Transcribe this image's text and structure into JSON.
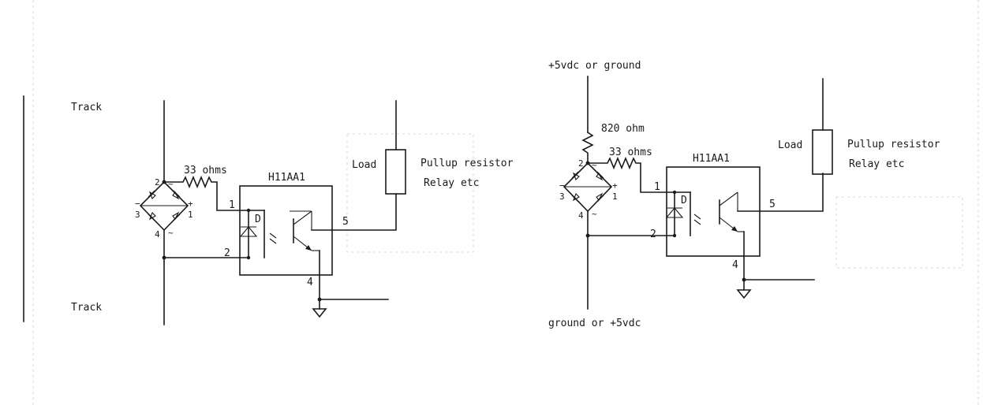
{
  "left_circuit": {
    "track_top": "Track",
    "track_bottom": "Track",
    "resistor": "33 ohms",
    "chip": "H11AA1",
    "load": "Load",
    "pullup": "Pullup resistor",
    "relay": "Relay etc",
    "pins": {
      "p1": "1",
      "p2": "2",
      "p4": "4",
      "p5": "5"
    },
    "bridge": {
      "top": "2",
      "left": "3",
      "bottom": "4",
      "right": "1",
      "plus": "+",
      "minus": "−",
      "tilde_top": "~",
      "tilde_bottom": "~"
    },
    "diode_letter": "D"
  },
  "right_circuit": {
    "supply_top": "+5vdc or ground",
    "supply_bottom": "ground or +5vdc",
    "resistor_820": "820 ohm",
    "resistor": "33 ohms",
    "chip": "H11AA1",
    "load": "Load",
    "pullup": "Pullup resistor",
    "relay": "Relay etc",
    "pins": {
      "p1": "1",
      "p2": "2",
      "p4": "4",
      "p5": "5"
    },
    "bridge": {
      "top": "2",
      "left": "3",
      "bottom": "4",
      "right": "1",
      "plus": "+",
      "minus": "−",
      "tilde_top": "~",
      "tilde_bottom": "~"
    },
    "diode_letter": "D"
  }
}
